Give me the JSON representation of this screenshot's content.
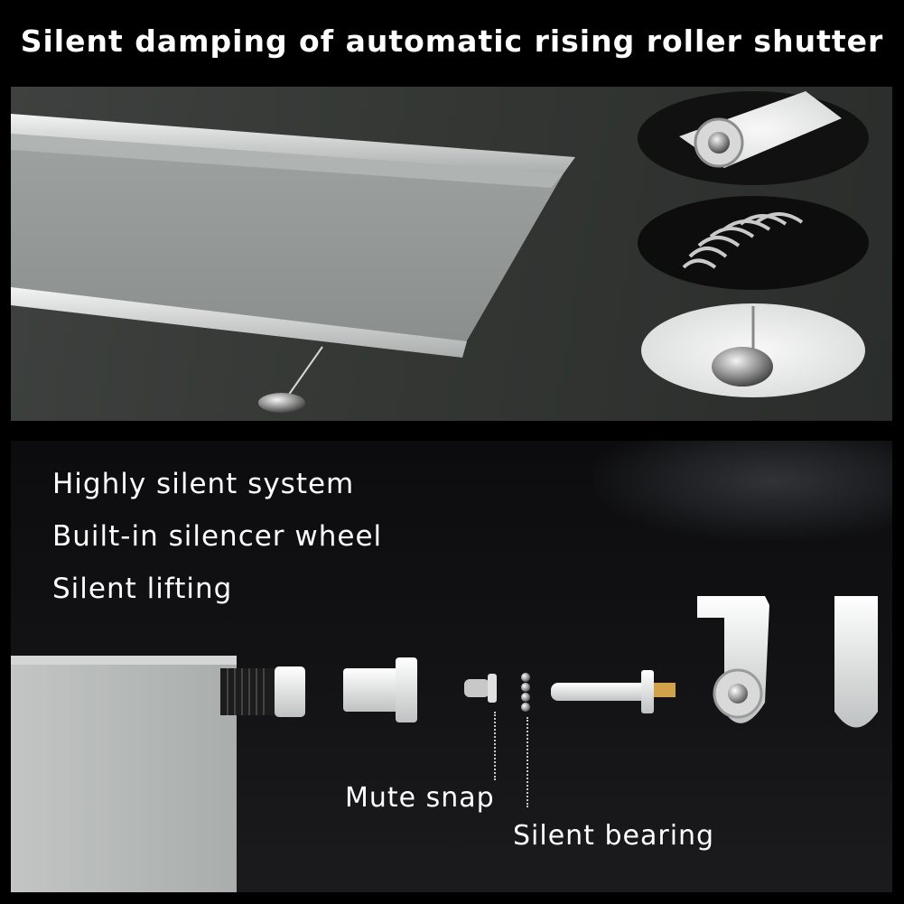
{
  "header": {
    "title": "Silent damping of automatic rising roller shutter"
  },
  "features": [
    "Highly silent system",
    "Built-in silencer wheel",
    "Silent lifting"
  ],
  "parts": {
    "mute_snap": "Mute snap",
    "silent_bearing": "Silent bearing"
  }
}
